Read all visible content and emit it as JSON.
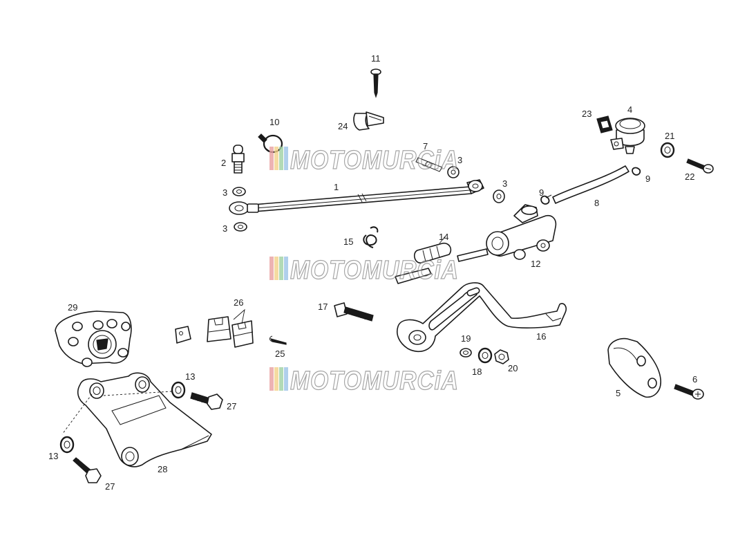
{
  "watermark": {
    "text": "MOTOMURCiA",
    "stripe_colors": [
      "#e9a0a0",
      "#f2d28a",
      "#9fd1a4",
      "#9cc3e6"
    ]
  },
  "callouts": {
    "c1": "1",
    "c2": "2",
    "c3a": "3",
    "c3b": "3",
    "c3c": "3",
    "c3d": "3",
    "c4": "4",
    "c5": "5",
    "c6": "6",
    "c7": "7",
    "c8": "8",
    "c9a": "9",
    "c9b": "9",
    "c10": "10",
    "c11": "11",
    "c12": "12",
    "c13a": "13",
    "c13b": "13",
    "c14": "14",
    "c15": "15",
    "c16": "16",
    "c17": "17",
    "c18": "18",
    "c19": "19",
    "c20": "20",
    "c21": "21",
    "c22": "22",
    "c23": "23",
    "c24": "24",
    "c25": "25",
    "c26": "26",
    "c27a": "27",
    "c27b": "27",
    "c28": "28",
    "c29": "29"
  }
}
